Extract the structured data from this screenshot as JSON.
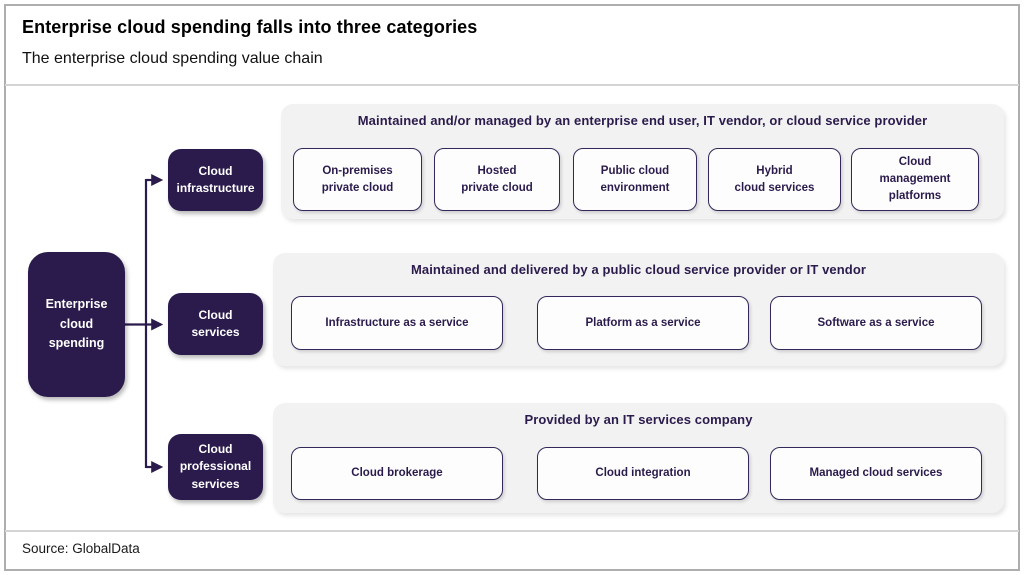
{
  "header": {
    "title": "Enterprise cloud spending falls into three categories",
    "subtitle": "The enterprise cloud spending value chain"
  },
  "footer": {
    "source": "Source: GlobalData"
  },
  "colors": {
    "brand_purple": "#2b1b4c",
    "panel_gray": "#f2f2f2",
    "box_fill": "#fdfdfd"
  },
  "diagram": {
    "root_label": "Enterprise\ncloud\nspending",
    "branches": [
      {
        "label": "Cloud\ninfrastructure",
        "header": "Maintained and/or managed by an enterprise end user, IT vendor, or cloud service provider",
        "boxes": [
          "On-premises\nprivate cloud",
          "Hosted\nprivate cloud",
          "Public cloud\nenvironment",
          "Hybrid\ncloud services",
          "Cloud\nmanagement\nplatforms"
        ]
      },
      {
        "label": "Cloud\nservices",
        "header": "Maintained and delivered by a public cloud service provider or IT vendor",
        "boxes": [
          "Infrastructure as a service",
          "Platform as a service",
          "Software as a service"
        ]
      },
      {
        "label": "Cloud\nprofessional\nservices",
        "header": "Provided by an IT services company",
        "boxes": [
          "Cloud brokerage",
          "Cloud integration",
          "Managed cloud services"
        ]
      }
    ]
  }
}
